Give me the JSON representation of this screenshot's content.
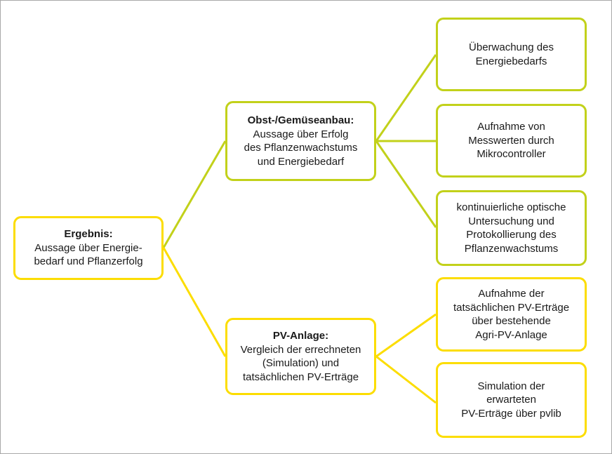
{
  "diagram": {
    "type": "tree-flow-diagram",
    "frame_border_color": "#a8a8a8",
    "background": "#ffffff",
    "colors": {
      "green": "#c2d11a",
      "yellow": "#fcdd00",
      "text": "#1a1a1a"
    },
    "root": {
      "title": "Ergebnis:",
      "lines": [
        "Aussage über Energie-",
        "bedarf und Pflanzerfolg"
      ],
      "color": "yellow"
    },
    "branches": [
      {
        "id": "obst",
        "color": "green",
        "title": "Obst-/Gemüseanbau:",
        "lines": [
          "Aussage über Erfolg",
          "des Pflanzenwachstums",
          "und Energiebedarf"
        ],
        "children": [
          {
            "id": "ueberwachung",
            "color": "green",
            "title": "",
            "lines": [
              "Überwachung des",
              "Energiebedarfs"
            ]
          },
          {
            "id": "aufnahme-messwerte",
            "color": "green",
            "title": "",
            "lines": [
              "Aufnahme von",
              "Messwerten durch",
              "Mikrocontroller"
            ]
          },
          {
            "id": "optische-untersuchung",
            "color": "green",
            "title": "",
            "lines": [
              "kontinuierliche optische",
              "Untersuchung und",
              "Protokollierung des",
              "Pflanzenwachstums"
            ]
          }
        ]
      },
      {
        "id": "pv-anlage",
        "color": "yellow",
        "title": "PV-Anlage:",
        "lines": [
          "Vergleich der errechneten",
          "(Simulation) und",
          "tatsächlichen PV-Erträge"
        ],
        "children": [
          {
            "id": "aufnahme-ertraege",
            "color": "yellow",
            "title": "",
            "lines": [
              "Aufnahme der",
              "tatsächlichen PV-Erträge",
              "über bestehende",
              "Agri-PV-Anlage"
            ]
          },
          {
            "id": "simulation-pvlib",
            "color": "yellow",
            "title": "",
            "lines": [
              "Simulation der",
              "erwarteten",
              "PV-Erträge über pvlib"
            ]
          }
        ]
      }
    ]
  }
}
